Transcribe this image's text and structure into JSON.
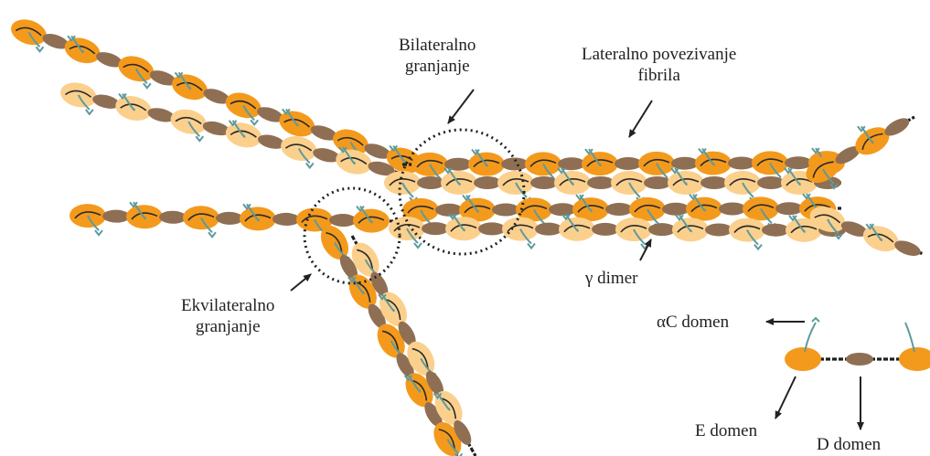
{
  "labels": {
    "bilateral": [
      "Bilateralno",
      "granjanje"
    ],
    "lateral": [
      "Lateralno povezivanje",
      "fibrila"
    ],
    "gamma_dimer": "γ dimer",
    "equilateral": [
      "Ekvilateralno",
      "granjanje"
    ],
    "ac_domain": "αC domen",
    "e_domain": "E domen",
    "d_domain": "D domen"
  },
  "colors": {
    "orange_dark": "#f39a1c",
    "orange_light": "#fbd08d",
    "brown": "#8f6f54",
    "teal": "#5e9a9d",
    "line": "#1f1f1f",
    "circle": "#222222"
  }
}
